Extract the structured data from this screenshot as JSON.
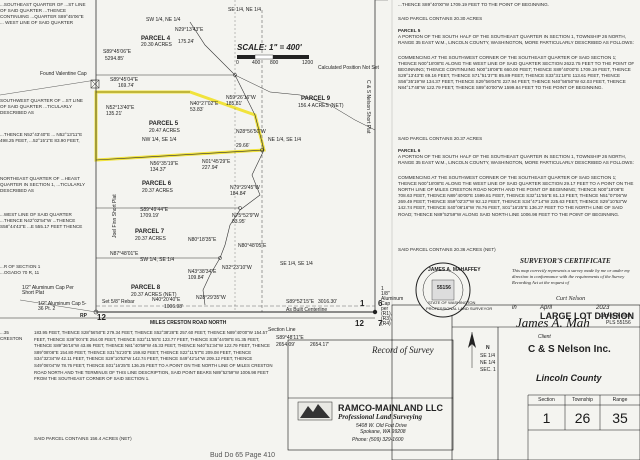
{
  "survey": {
    "parcel4_label": "PARCEL 4",
    "parcel4_area": "20.30 ACRES",
    "parcel5_label": "PARCEL 5",
    "parcel5_area": "20.47 ACRES",
    "parcel6_label": "PARCEL 6",
    "parcel6_area": "20.37 ACRES",
    "parcel7_label": "PARCEL 7",
    "parcel7_area": "20.37 ACRES",
    "parcel8_label": "PARCEL 8",
    "parcel8_area": "20.37 ACRES (NET)",
    "parcel9_label": "PARCEL 9",
    "parcel9_area": "156.4 ACRES (NET)",
    "scale": "SCALE: 1\" = 400'",
    "scale_ticks": [
      "0",
      "400",
      "800",
      "1200"
    ],
    "quarter_label_1": "SE 1/4, NE 1/4",
    "quarter_label_2": "SW 1/4, NE 1/4",
    "quarter_label_3": "NW 1/4, SE 1/4",
    "quarter_label_4": "NE 1/4, SE 1/4",
    "quarter_label_5": "SW 1/4, SE 1/4",
    "quarter_label_6": "SE 1/4, SE 1/4",
    "road_label": "MILES CRESTON ROAD NORTH",
    "section_line": "Section Line",
    "found_cap": "Found Valentine Cap",
    "aluminum_cap": "1 1/8\" Aluminum Cap per (R1),(R3),(R4)",
    "short_plat": "Joel Finn Short Plat",
    "cn_short_plat": "C & S Nelson Short Plat",
    "calc_position": "Calculated Position Not Set",
    "as_built": "As Built Centerline",
    "rp_label": "RP",
    "num_12": "12",
    "num_7": "7",
    "num_1": "1",
    "num_6": "6",
    "bearings": [
      "S89°45'04\"E",
      "169.74'",
      "N29°13'43\"E",
      "175.24'",
      "S89°45'06\"E",
      "5294.85'",
      "N59°26'16\"W",
      "185.81'",
      "N40°27'02\"E",
      "53.83'",
      "N52°13'40\"E",
      "135.21'",
      "N28°56'50\"W",
      "29.66'",
      "N01°45'29\"E",
      "227.94'",
      "N56°35'19\"E",
      "134.37'",
      "N79°29'45\"W",
      "184.84'",
      "N75°52'9\"W",
      "83.95'",
      "N80°18'35\"E",
      "N80°48'05\"E",
      "N32°23'10\"W",
      "S89°49'44\"E",
      "1709.19'",
      "N87°48'01\"E",
      "N43°38'34\"E",
      "109.84'",
      "N40°20'40\"E",
      "N28°29'35\"W",
      "1006.98'",
      "S89°52'15\"E",
      "3016.30'",
      "S89°48'11\"E",
      "2654.09'",
      "2654.17'"
    ],
    "pin_notes": [
      "1/2\" Aluminum Cap Per Short Plat",
      "1/2\" Aluminum Cap 5-36 Pt. 2",
      "Set 5/8\" Rebar"
    ],
    "highlight_color": "#f1e33c"
  },
  "left_text": {
    "top": "...SOUTHEAST QUARTER OF ...ST LINE OF SAID QUARTER ...THENCE CONTINUING ...QUARTER S89°45'06\"E ... WEST LINE OF SAID QUARTER",
    "mid1": "SOUTHWEST QUARTER OF ...ST LINE OF SAID QUARTER ...TICULARLY DESCRIBED AS",
    "mid2": "...THENCE N52°43'40\"E ... N52°13'11\"E 498.25 FEET, ...52°15'1\"E 83.90 FEET,",
    "mid3": "NORTHEAST QUARTER OF ...HEAST QUARTER IN SECTION 1, ...TICULARLY DESCRIBED AS",
    "mid4": "...WEST LINE OF SAID QUARTER ...THENCE N42°02'54\"W ...THENCE S58°44'43\"E ...E 555.17 FEET THENCE",
    "section_note": "...r of Section 1 ...ogado 70 R, 11",
    "creston": "...35 CRESTON"
  },
  "bottom_text": {
    "para": "183.95 FEET, THENCE S28°56'50\"E 279.34 FEET, THENCE S52°38'28\"E 257.60 FEET, THENCE N89°40'00\"W 154.57 FEET, THENCE S39°00'4\"E 254.00 FEET, THENCE S32°11'55\"E 123.77 FEET, THENCE S35°44'08\"E 81.35 FEET, THENCE S89°36'16\"W 43.86 FEET, THENCE N81°40'59\"W 45.33 FEET, THENCE N40°51'34\"W 122.79 FEET, THENCE S89°08'08\"E 154.80 FEET, THENCE S31°51'20\"E 159.82 FEET, THENCE S22°11'57\"E 209.08 FEET, THENCE S34°32'34\"W 42.11 FEET, THENCE S29°10'53\"W 142.74 FEET, THENCE S49°42'14\"W 209.12 FEET, THENCE S49°06'04\"W 78.76 FEET, THENCE S01°16'25\"E 136.25 FEET TO A POINT ON THE NORTH LINE OF MILES CRESTON ROAD NORTH AND THE TERMINUS OF THIS LINE DESCRIPTION, SAID POINT BEARS N89°52'59\"W 1006.98 FEET FROM THE SOUTHEAST CORNER OF SAID SECTION 1.",
    "contains": "SAID PARCEL CONTAINS 156.4 ACRES (NET)"
  },
  "right_text": {
    "top_frag": "...THENCE S89°40'00\"W 1709.19 FEET TO THE POINT OF BEGINNING.",
    "p4_contains": "SAID PARCEL CONTAINS 20.30 ACRES",
    "parcel5_head": "PARCEL 5",
    "parcel5_body": "A PORTION OF THE SOUTH HALF OF THE SOUTHEAST QUARTER IN SECTION 1, TOWNSHIP 26 NORTH, RANGE 35 EAST W.M., LINCOLN COUNTY, WASHINGTON, MORE PARTICULARLY DESCRIBED AS FOLLOWS:",
    "parcel5_body2": "COMMENCING AT THE SOUTHWEST CORNER OF THE SOUTHEAST QUARTER OF SAID SECTION 1; THENCE N00°18'08\"E ALONG THE WEST LINE OF SAID QUARTER SECTION 2622.75 FEET TO THE POINT OF BEGINNING; THENCE CONTINUING N00°18'08\"E 660.00 FEET; THENCE S89°40'00\"E 1709.19 FEET, THENCE S29°13'43\"E 69.16 FEET, THENCE S71°51'37\"E 85.89 FEET, THENCE S33°31'18\"E 113.61 FEET, THENCE S56°35'19\"W 134.37 FEET, THENCE S29°56'04\"E 227.94 FEET, THENCE N40°56'50\"W 62.03 FEET, THENCE N84°17'48\"W 122.79 FEET, THENCE S89°40'00\"W 1599.84 FEET TO THE POINT OF BEGINNING.",
    "p5_contains": "SAID PARCEL CONTAINS 20.37 ACRES",
    "parcel6_head": "PARCEL 6",
    "parcel6_body": "A PORTION OF THE SOUTH HALF OF THE SOUTHEAST QUARTER IN SECTION 1, TOWNSHIP 26 NORTH, RANGE 35 EAST W.M., LINCOLN COUNTY, WASHINGTON, MORE PARTICULARLY DESCRIBED AS FOLLOWS:",
    "parcel6_body2": "COMMENCING AT THE SOUTHWEST CORNER OF THE SOUTHEAST QUARTER OF SAID SECTION 1; THENCE N00°18'08\"E ALONG THE WEST LINE OF SAID QUARTER SECTION 29.17 FEET TO A POINT ON THE NORTH LINE OF MILES CRESTON ROAD NORTH AND THE POINT OF BEGINNING; THENCE N00°18'08\"E 708.63 FEET, THENCE N89°40'00\"E 1599.81 FEET, THENCE S32°11'55\"E 81.13 FEET, THENCE N51°07'06\"W 269.49 FEET; THENCE S59°02'37\"W 92.12 FEET, THENCE S34°47'14\"W 225.63 FEET, THENCE S29°10'53\"W 142.74 FEET, THENCE S40°06'16\"W 78.76 FEET, S01°16'25\"E 136.27 FEET TO THE NORTH LINE OF SAID ROAD; THENCE N89°52'59\"W ALONG SAID NORTH LINE 1006.98 FEET TO THE POINT OF BEGINNING.",
    "p6_contains": "SAID PARCEL CONTAINS 20.36 ACRES (NET)"
  },
  "cert": {
    "heading": "SURVEYOR'S CERTIFICATE",
    "body": "This map correctly represents a survey made by me or under my direction in conformance with the requirements of the Survey Recording Act at the request of",
    "name": "Curt Nelson",
    "in_label": "in",
    "month": "April",
    "year": "2023",
    "signer": "James A. Mah",
    "license_no": "PLS 55156",
    "seal_top": "JAMES A. MAHAFFEY",
    "seal_bottom": "PROFESSIONAL LAND SURVEYOR",
    "seal_state": "STATE OF WASHINGTON",
    "seal_no": "55156"
  },
  "title_block": {
    "large_lot": "LARGE LOT DIVISION",
    "record": "Record of Survey",
    "client_label": "Client",
    "client": "C & S Nelson Inc.",
    "county": "Lincoln County",
    "north_parts": [
      "N",
      "SE 1/4",
      "NE 1/4",
      "SEC. 1"
    ],
    "company": "RAMCO-MAINLAND LLC",
    "company_sub": "Professional Land Surveying",
    "address1": "5408 W. Old Fort Drive",
    "address2": "Spokane, WA 99208",
    "phone": "Phone: (509) 329-1600",
    "col_heads": [
      "Section",
      "Township",
      "Range"
    ],
    "col_vals": [
      "1",
      "26",
      "35"
    ],
    "bottom_cut": "Bud Do 65   Page 410"
  }
}
